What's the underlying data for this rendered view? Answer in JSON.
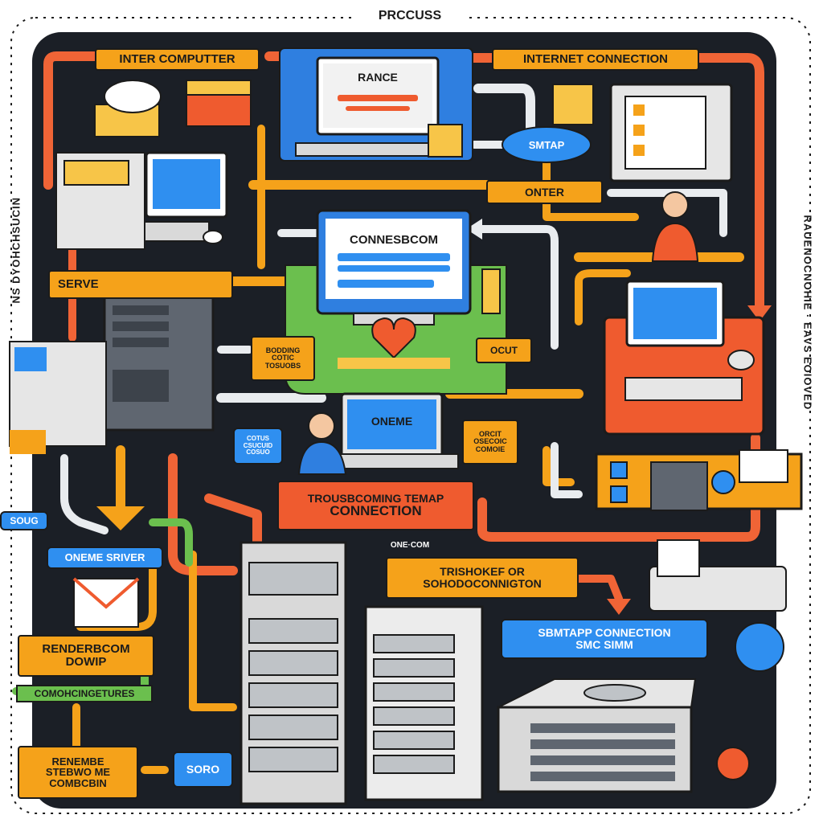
{
  "title": "PRCCUSS",
  "side_left": "NS DYOHCHSUCIN",
  "side_right": "RAUENOCNOHIE · EAVS EOIOVED",
  "labels": {
    "inter_computer": "INTER COMPUTTER",
    "internet_connection": "INTERNET CONNECTION",
    "rance": "RANCE",
    "smtap": "SMTAP",
    "onter": "ONTER",
    "connesbcom": "CONNESBCOM",
    "serve": "SERVE",
    "bodding_line1": "BODDING",
    "bodding_line2": "COTIC",
    "bodding_line3": "TOSUOBS",
    "ocut": "OCUT",
    "oneme": "ONEME",
    "cotus_line1": "COTUS",
    "cotus_line2": "CSUCUID",
    "cotus_line3": "COSUO",
    "orcit_line1": "ORCIT",
    "orcit_line2": "OSECOIC",
    "orcit_line3": "COMOIE",
    "troubleshooting_line1": "TROUSBCOMING TEMAP",
    "troubleshooting_line2": "CONNECTION",
    "soug": "SOUG",
    "oneme_server": "ONEME SRIVER",
    "one_com": "ONE·COM",
    "trishoked_line1": "TRISHOKEF OR",
    "trishoked_line2": "SOHODOCONNIGTON",
    "smtap_conn_line1": "SBMTAPP CONNECTION",
    "smtap_conn_line2": "SMC SIMM",
    "renderbcom_line1": "RENDERBCOM",
    "renderbcom_line2": "DOWIP",
    "comohcingetures": "COMOHCINGETURES",
    "renembe_line1": "RENEMBE",
    "renembe_line2": "STEBWO ME",
    "renembe_line3": "COMBCBIN",
    "soro": "SORO"
  },
  "colors": {
    "background": "#1b1f26",
    "orange_arrow": "#f06436",
    "yellow_arrow": "#f5a21a",
    "green_arrow": "#6bbf4e",
    "blue": "#2f8ff0",
    "red": "#ef5b2f"
  }
}
